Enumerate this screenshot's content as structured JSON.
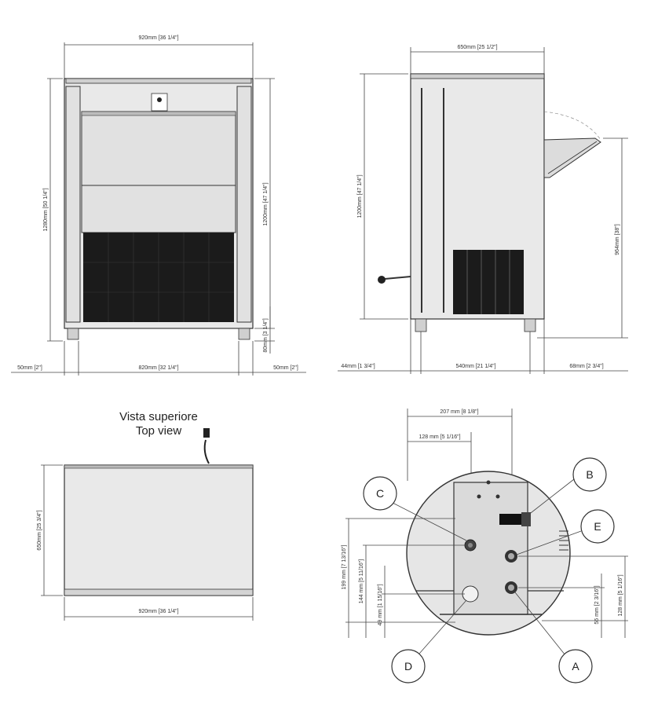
{
  "front_view": {
    "width_top": "920mm [36 1/4\"]",
    "width_bottom": "820mm [32 1/4\"]",
    "side_left": "50mm [2\"]",
    "side_right": "50mm [2\"]",
    "height_total": "1280mm [50 1/4\"]",
    "height_body": "1200mm [47 1/4\"]",
    "foot_height": "80mm [3 1/4\"]"
  },
  "side_view": {
    "depth_top": "650mm [25 1/2\"]",
    "height": "1200mm [47 1/4\"]",
    "door_height": "964mm [38\"]",
    "left_offset": "44mm [1 3/4\"]",
    "feet_span": "540mm [21 1/4\"]",
    "right_offset": "68mm [2 3/4\"]"
  },
  "top_view": {
    "title_it": "Vista superiore",
    "title_en": "Top view",
    "depth": "650mm [25 3/4\"]",
    "width": "920mm [36 1/4\"]"
  },
  "detail_view": {
    "dim_207": "207 mm [8 1/8\"]",
    "dim_128": "128 mm [5 1/16\"]",
    "dim_199": "199 mm [7 13/16\"]",
    "dim_144": "144 mm [5 11/16\"]",
    "dim_49": "49 mm [1 15/16\"]",
    "dim_56": "56 mm [2 3/16\"]",
    "dim_128r": "128 mm [5 1/16\"]",
    "label_a": "A",
    "label_b": "B",
    "label_c": "C",
    "label_d": "D",
    "label_e": "E"
  }
}
